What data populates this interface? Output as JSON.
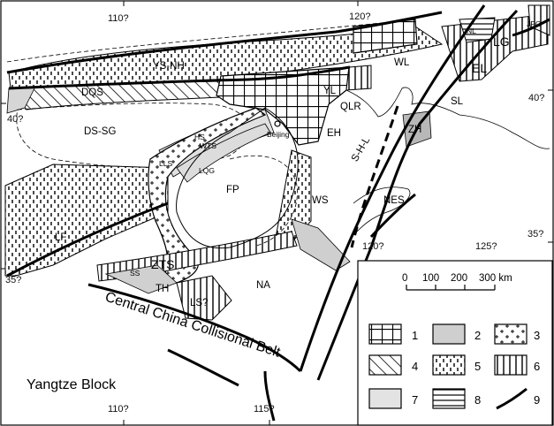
{
  "coordinates": {
    "lon_110_top": "110?",
    "lon_120_top": "120?",
    "lat_40_left": "40?",
    "lat_40_right": "40?",
    "lat_35_left": "35?",
    "lat_35_right": "35?",
    "lon_120_inner": "120?",
    "lon_125_inner": "125?",
    "lon_110_bottom": "110?",
    "lon_115_bottom": "115?"
  },
  "units": {
    "ys_nh": "YS-NH",
    "dqs": "DQS",
    "ds_sg": "DS-SG",
    "yl": "YL",
    "qlr": "QLR",
    "eh": "EH",
    "beijing": "Beijing",
    "hs": "HS",
    "wts": "WTS",
    "lls": "LLS",
    "lqg": "LQG",
    "fp": "FP",
    "lf": "LF",
    "ss": "SS",
    "zts": "ZTS",
    "th": "TH",
    "ls": "LS?",
    "na": "NA",
    "ws": "WS",
    "nes": "NES",
    "shl": "S-H-L",
    "zh": "ZH",
    "sl": "SL",
    "wl": "WL",
    "nl": "NL",
    "lg": "LG",
    "el": "EL",
    "jpg": "JPG"
  },
  "big_labels": {
    "collisional_belt": "Central China Collisional Belt",
    "yangtze": "Yangtze Block"
  },
  "scale_bar": {
    "ticks": [
      "0",
      "100",
      "200",
      "300 km"
    ]
  },
  "legend": {
    "items": [
      "1",
      "2",
      "3",
      "4",
      "5",
      "6",
      "7",
      "8",
      "9"
    ]
  }
}
